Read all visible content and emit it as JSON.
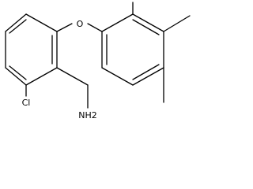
{
  "atoms": {
    "O": "O",
    "Cl": "Cl",
    "NH2": "NH2"
  }
}
